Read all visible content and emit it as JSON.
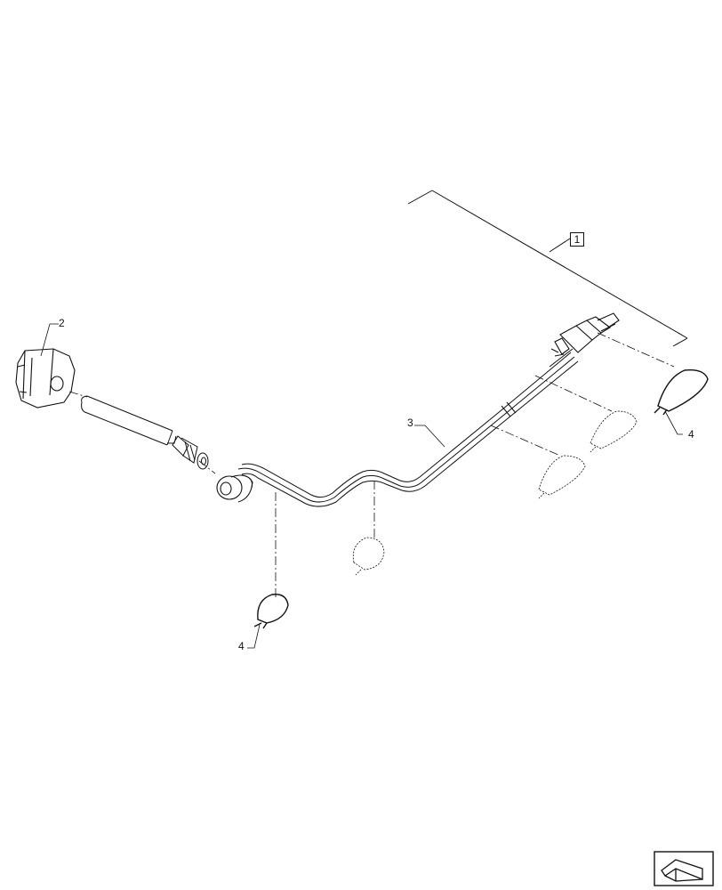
{
  "diagram": {
    "callouts": {
      "assembly": "1",
      "plug": "2",
      "sensor_harness": "3",
      "tie_left": "4",
      "tie_right": "4"
    },
    "line_color": "#111111"
  },
  "navigation": {
    "icon": "next-page-arrow-icon"
  }
}
